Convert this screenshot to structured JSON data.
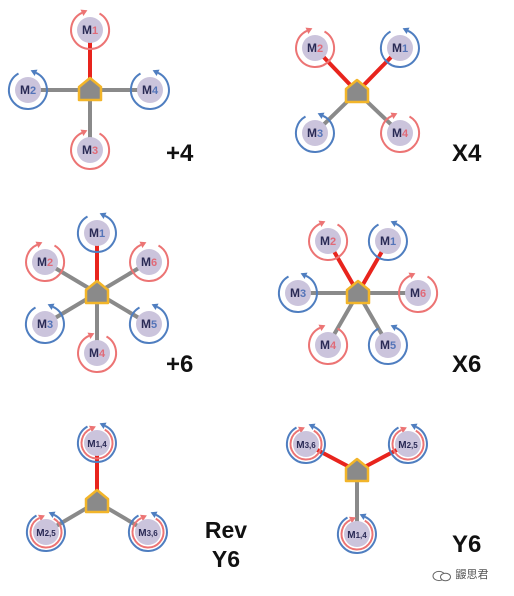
{
  "colors": {
    "arm_front": "#e8241d",
    "arm": "#8a8a8a",
    "body_fill": "#8a8a8a",
    "body_stroke": "#f2b52a",
    "motor_disk": "#cbc4dc",
    "ring_blue": "#4f7ec0",
    "ring_red": "#ec7474",
    "label_blue": "#5474b8",
    "label_red": "#e06a78",
    "label_dark": "#2a2a55"
  },
  "frames": [
    {
      "label": "+4",
      "motors": [
        {
          "text": "M",
          "num": "1",
          "spin": "cw"
        },
        {
          "text": "M",
          "num": "2",
          "spin": "ccw"
        },
        {
          "text": "M",
          "num": "3",
          "spin": "cw"
        },
        {
          "text": "M",
          "num": "4",
          "spin": "ccw"
        }
      ]
    },
    {
      "label": "X4",
      "motors": [
        {
          "text": "M",
          "num": "1",
          "spin": "ccw"
        },
        {
          "text": "M",
          "num": "2",
          "spin": "cw"
        },
        {
          "text": "M",
          "num": "3",
          "spin": "ccw"
        },
        {
          "text": "M",
          "num": "4",
          "spin": "cw"
        }
      ]
    },
    {
      "label": "+6",
      "motors": [
        {
          "text": "M",
          "num": "1",
          "spin": "ccw"
        },
        {
          "text": "M",
          "num": "2",
          "spin": "cw"
        },
        {
          "text": "M",
          "num": "3",
          "spin": "ccw"
        },
        {
          "text": "M",
          "num": "4",
          "spin": "cw"
        },
        {
          "text": "M",
          "num": "5",
          "spin": "ccw"
        },
        {
          "text": "M",
          "num": "6",
          "spin": "cw"
        }
      ]
    },
    {
      "label": "X6",
      "motors": [
        {
          "text": "M",
          "num": "1",
          "spin": "ccw"
        },
        {
          "text": "M",
          "num": "2",
          "spin": "cw"
        },
        {
          "text": "M",
          "num": "3",
          "spin": "ccw"
        },
        {
          "text": "M",
          "num": "4",
          "spin": "cw"
        },
        {
          "text": "M",
          "num": "5",
          "spin": "ccw"
        },
        {
          "text": "M",
          "num": "6",
          "spin": "cw"
        }
      ]
    },
    {
      "label_line1": "Rev",
      "label_line2": "Y6",
      "motors": [
        {
          "text": "M",
          "num": "1,4",
          "spin": "coaxial"
        },
        {
          "text": "M",
          "num": "2,5",
          "spin": "coaxial"
        },
        {
          "text": "M",
          "num": "3,6",
          "spin": "coaxial"
        }
      ]
    },
    {
      "label": "Y6",
      "motors": [
        {
          "text": "M",
          "num": "1,4",
          "spin": "coaxial"
        },
        {
          "text": "M",
          "num": "2,5",
          "spin": "coaxial"
        },
        {
          "text": "M",
          "num": "3,6",
          "spin": "coaxial"
        }
      ]
    }
  ],
  "watermark": "鼹思君"
}
